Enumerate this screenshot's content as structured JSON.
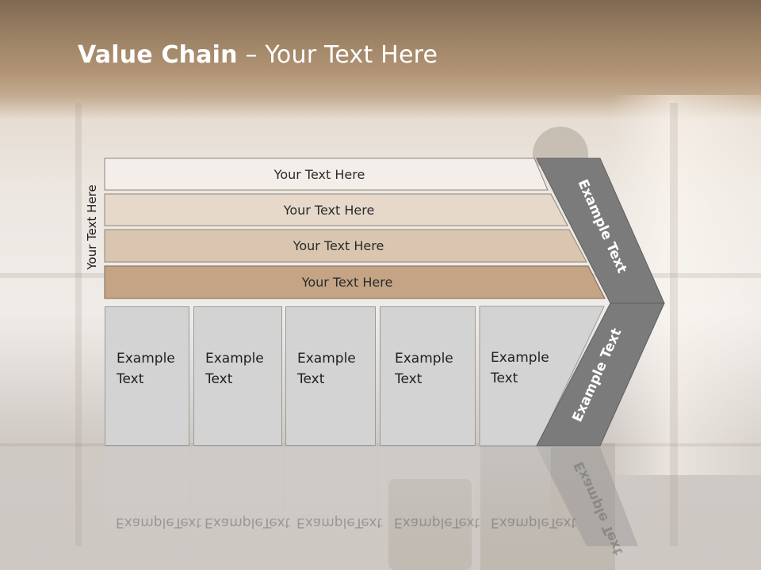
{
  "slide": {
    "title_bold": "Value Chain",
    "title_rest": " – Your Text Here",
    "side_label": "Your Text Here",
    "bars": [
      {
        "label": "Your Text Here",
        "color": "#f3eee9"
      },
      {
        "label": "Your Text Here",
        "color": "#e6d9ca"
      },
      {
        "label": "Your Text Here",
        "color": "#dac6b0"
      },
      {
        "label": "Your Text Here",
        "color": "#c4a484"
      }
    ],
    "columns": [
      {
        "line1": "Example",
        "line2": "Text"
      },
      {
        "line1": "Example",
        "line2": "Text"
      },
      {
        "line1": "Example",
        "line2": "Text"
      },
      {
        "line1": "Example",
        "line2": "Text"
      },
      {
        "line1": "Example",
        "line2": "Text"
      }
    ],
    "chevron_top_label": "Example Text",
    "chevron_bottom_label": "Example Text",
    "chevron_color": "#7b7b7b"
  }
}
